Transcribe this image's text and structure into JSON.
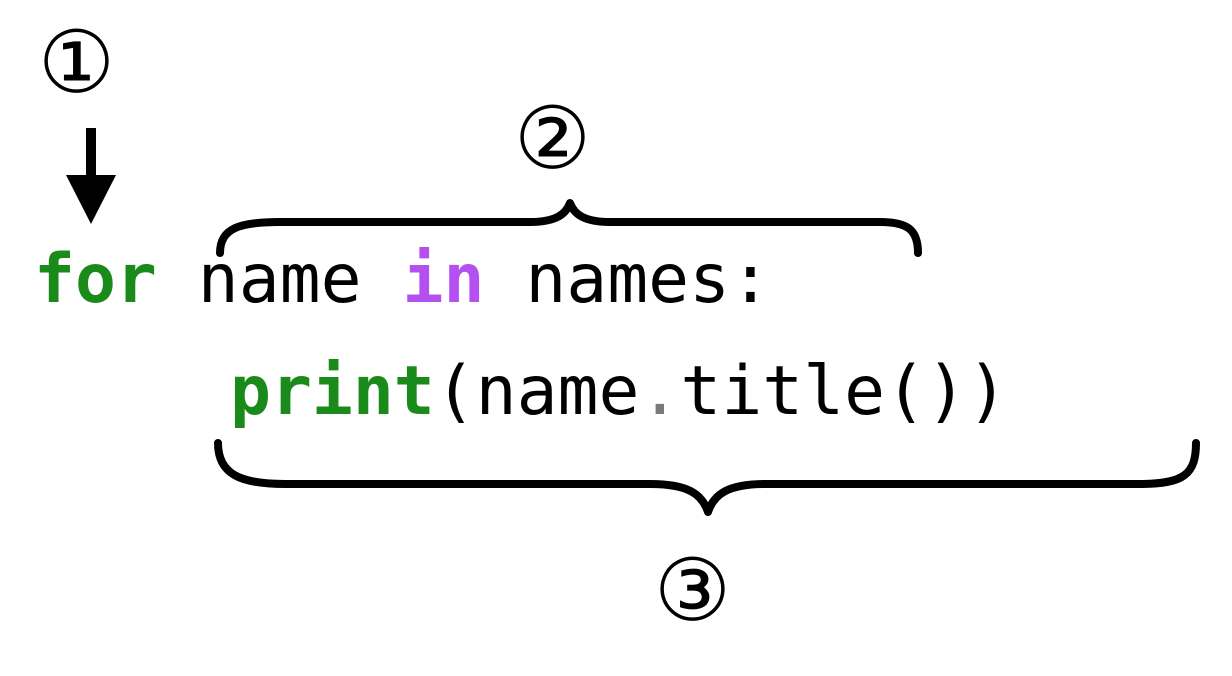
{
  "markers": {
    "one": "①",
    "two": "②",
    "three": "③"
  },
  "code": {
    "line1": {
      "keyword_for": "for",
      "space1": " ",
      "var_name": "name",
      "space2": " ",
      "keyword_in": "in",
      "space3": " ",
      "iterable": "names:"
    },
    "line2": {
      "func_print": "print",
      "open_paren": "(",
      "obj": "name",
      "dot": ".",
      "method": "title()",
      "close_paren": ")"
    }
  },
  "colors": {
    "keyword_green": "#1a8a1a",
    "keyword_purple": "#b450f0",
    "dot_grey": "#7a7a7a",
    "text": "#000000"
  }
}
